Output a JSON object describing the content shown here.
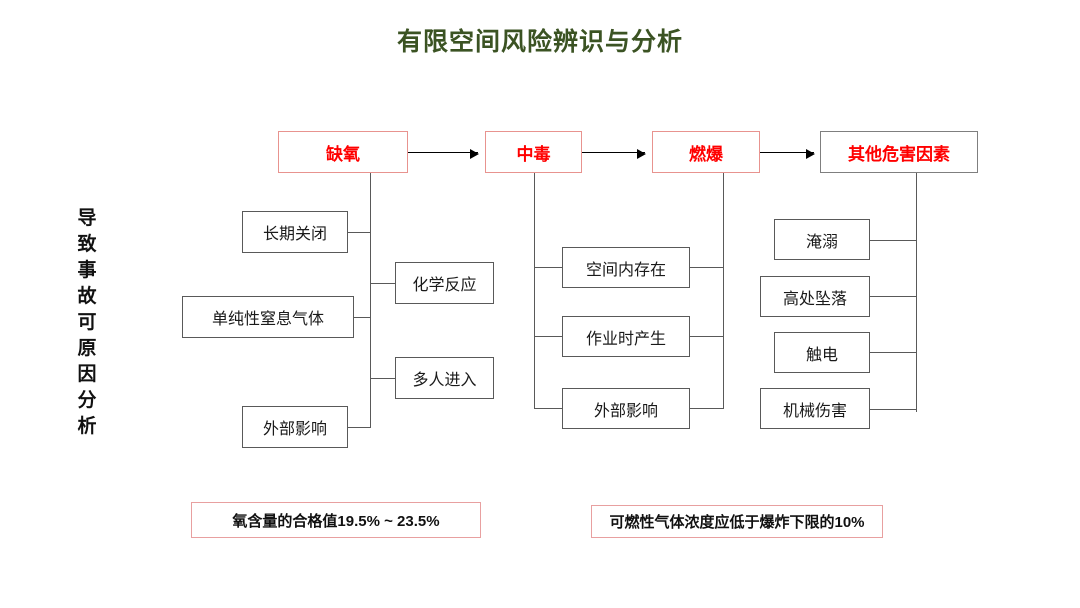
{
  "page": {
    "title": "有限空间风险辨识与分析",
    "title_color": "#3b5323",
    "background": "#ffffff"
  },
  "side_caption": {
    "text": "导致事故可原因分析",
    "chars": [
      "导",
      "致",
      "事",
      "故",
      "可",
      "原",
      "因",
      "分",
      "析"
    ],
    "orientation": "vertical"
  },
  "hazard_row": {
    "accent_color": "#ff0000",
    "border_color": "#e8938f",
    "items": [
      {
        "label": "缺氧",
        "style": "pink-border"
      },
      {
        "label": "中毒",
        "style": "pink-border"
      },
      {
        "label": "燃爆",
        "style": "pink-border"
      },
      {
        "label": "其他危害因素",
        "style": "gray-border"
      }
    ],
    "arrows": [
      "缺氧→中毒",
      "中毒→燃爆",
      "燃爆→其他危害因素"
    ]
  },
  "groups": [
    {
      "parent": "缺氧",
      "left_causes": [
        "长期关闭",
        "单纯性窒息气体",
        "外部影响"
      ],
      "right_causes": [
        "化学反应",
        "多人进入"
      ]
    },
    {
      "parent": "中毒",
      "causes": [
        "空间内存在",
        "作业时产生",
        "外部影响"
      ]
    },
    {
      "parent": "其他危害因素",
      "causes": [
        "淹溺",
        "高处坠落",
        "触电",
        "机械伤害"
      ]
    }
  ],
  "boxes": {
    "c1": "长期关闭",
    "c2": "化学反应",
    "c3": "单纯性窒息气体",
    "c4": "多人进入",
    "c5": "外部影响",
    "m1": "空间内存在",
    "m2": "作业时产生",
    "m3": "外部影响",
    "r1": "淹溺",
    "r2": "高处坠落",
    "r3": "触电",
    "r4": "机械伤害",
    "h1": "缺氧",
    "h2": "中毒",
    "h3": "燃爆",
    "h4": "其他危害因素"
  },
  "notes": [
    {
      "text": "氧含量的合格值19.5% ~ 23.5%"
    },
    {
      "text": "可燃性气体浓度应低于爆炸下限的10%"
    }
  ]
}
